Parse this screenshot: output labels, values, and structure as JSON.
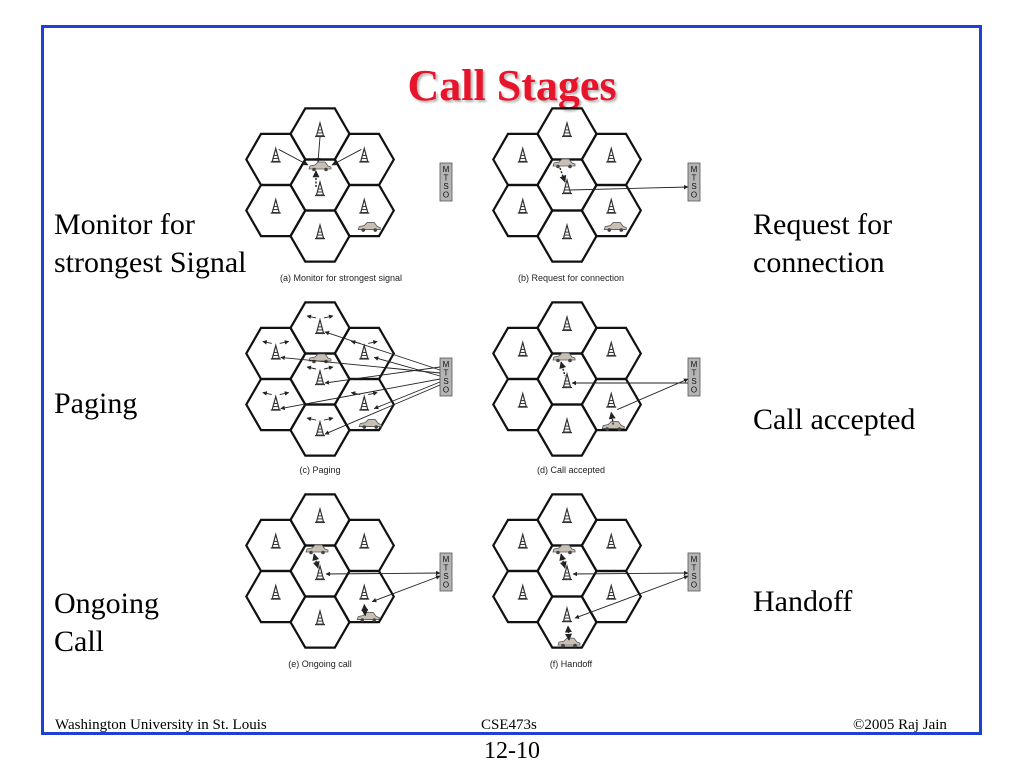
{
  "slide": {
    "title": "Call Stages",
    "colors": {
      "title": "#e8142b",
      "frame": "#1f3fd6",
      "mtso_fill": "#b4b4b4"
    }
  },
  "labels": {
    "monitor": "Monitor for\nstrongest Signal",
    "request": "Request for\nconnection",
    "paging": "Paging",
    "accepted": "Call accepted",
    "ongoing": "Ongoing\nCall",
    "handoff": "Handoff"
  },
  "diagrams": [
    {
      "id": "a",
      "caption": "(a) Monitor for strongest signal",
      "mtso_label": [
        "M",
        "T",
        "S",
        "O"
      ]
    },
    {
      "id": "b",
      "caption": "(b) Request for connection",
      "mtso_label": [
        "M",
        "T",
        "S",
        "O"
      ]
    },
    {
      "id": "c",
      "caption": "(c) Paging",
      "mtso_label": [
        "M",
        "T",
        "S",
        "O"
      ]
    },
    {
      "id": "d",
      "caption": "(d) Call accepted",
      "mtso_label": [
        "M",
        "T",
        "S",
        "O"
      ]
    },
    {
      "id": "e",
      "caption": "(e) Ongoing call",
      "mtso_label": [
        "M",
        "T",
        "S",
        "O"
      ]
    },
    {
      "id": "f",
      "caption": "(f) Handoff",
      "mtso_label": [
        "M",
        "T",
        "S",
        "O"
      ]
    }
  ],
  "footer": {
    "left": "Washington University in St. Louis",
    "center": "CSE473s",
    "right": "©2005 Raj Jain",
    "page": "12-10"
  }
}
